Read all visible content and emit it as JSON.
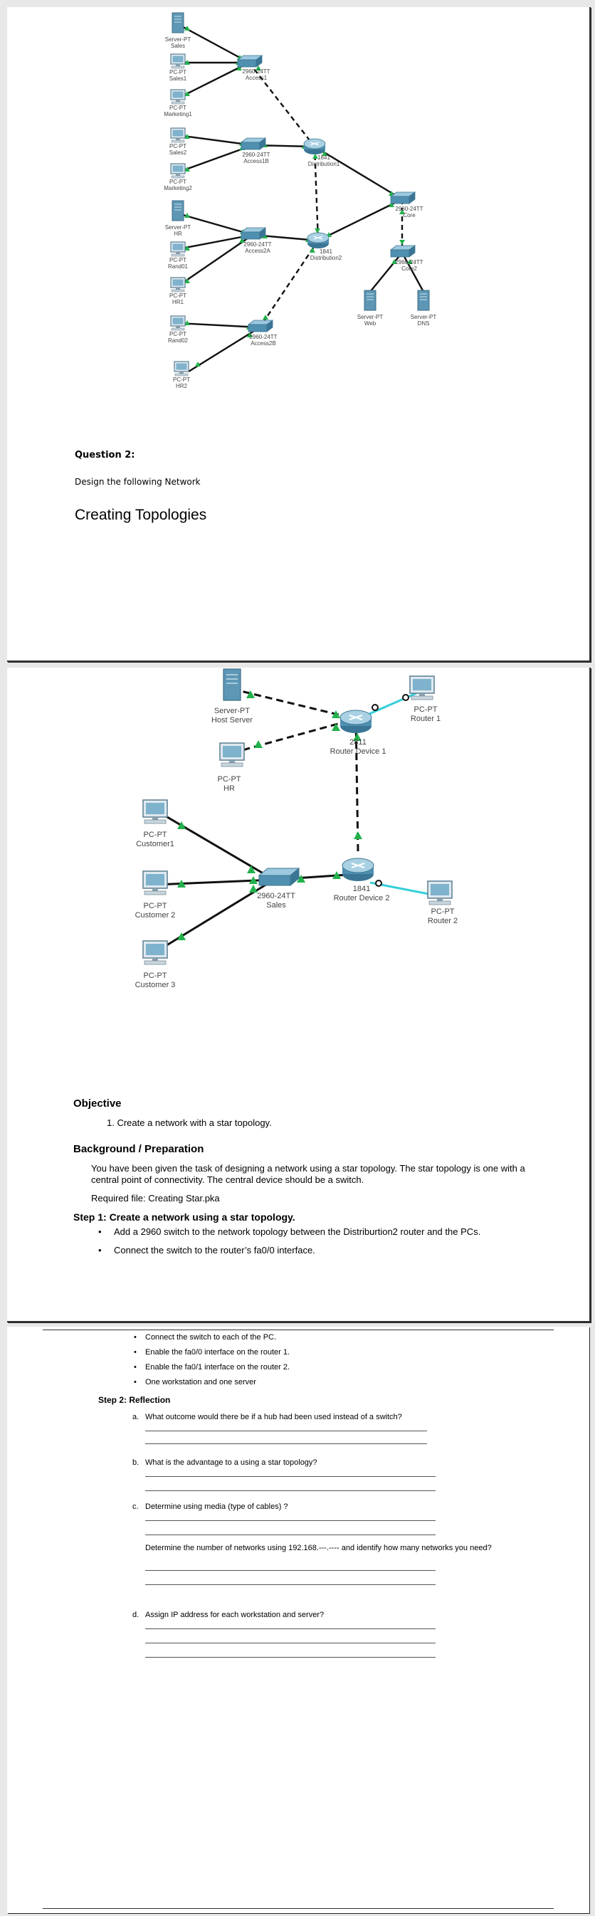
{
  "page1": {
    "labels": {
      "server_sales": [
        "Server-PT",
        "Sales"
      ],
      "pc_sales1": [
        "PC-PT",
        "Sales1"
      ],
      "sw_access1": [
        "2960-24TT",
        "Access1"
      ],
      "pc_marketing1": [
        "PC-PT",
        "Marketing1"
      ],
      "pc_sales2": [
        "PC-PT",
        "Sales2"
      ],
      "sw_access1b": [
        "2960-24TT",
        "Access1B"
      ],
      "rt_distribution1": [
        "1841",
        "Distribution1"
      ],
      "pc_marketing2": [
        "PC-PT",
        "Marketing2"
      ],
      "sw_core": [
        "2960-24TT",
        "Core"
      ],
      "server_hr": [
        "Server-PT",
        "HR"
      ],
      "pc_rand01": [
        "PC-PT",
        "Rand01"
      ],
      "sw_access2a": [
        "2960-24TT",
        "Access2A"
      ],
      "rt_distribution2": [
        "1841",
        "Distribution2"
      ],
      "sw_core2": [
        "2960-24TT",
        "Core2"
      ],
      "pc_hr1": [
        "PC-PT",
        "HR1"
      ],
      "server_web": [
        "Server-PT",
        "Web"
      ],
      "server_dns": [
        "Server-PT",
        "DNS"
      ],
      "pc_rand02": [
        "PC-PT",
        "Rand02"
      ],
      "sw_access2b": [
        "2960-24TT",
        "Access2B"
      ],
      "pc_hr2": [
        "PC-PT",
        "HR2"
      ]
    },
    "question_heading": "Question 2:",
    "question_subtitle": "Design the following Network",
    "section_title": "Creating Topologies"
  },
  "page2": {
    "labels": {
      "host_server": [
        "Server-PT",
        "Host Server"
      ],
      "router1_pc": [
        "PC-PT",
        "Router 1"
      ],
      "router_device1": [
        "2811",
        "Router Device 1"
      ],
      "hr_pc": [
        "PC-PT",
        "HR"
      ],
      "customer1": [
        "PC-PT",
        "Customer1"
      ],
      "customer2": [
        "PC-PT",
        "Customer 2"
      ],
      "sales_switch": [
        "2960-24TT",
        "Sales"
      ],
      "router_device2": [
        "1841",
        "Router Device 2"
      ],
      "router2_pc": [
        "PC-PT",
        "Router 2"
      ],
      "customer3": [
        "PC-PT",
        "Customer 3"
      ]
    },
    "objective_heading": "Objective",
    "objective_item": "1.   Create a network with a star topology.",
    "background_heading": "Background / Preparation",
    "background_text": "You have been given the task of designing a network using a star topology.  The star topology is one with a central point of connectivity.  The central device should be a switch.",
    "required_file": "Required file:  Creating Star.pka",
    "step1_heading": "Step 1: Create a network using a star topology.",
    "step1_items": [
      "Add a 2960 switch to the network topology between the Distriburtion2 router and the PCs.",
      "Connect the switch to the router’s fa0/0 interface."
    ]
  },
  "page3": {
    "items": [
      "Connect the switch to each of the PC.",
      "Enable the fa0/0 interface on the router 1.",
      "Enable the fa0/1 interface on the router 2.",
      "One workstation and one server"
    ],
    "step2_heading": "Step 2: Reflection",
    "questions": {
      "a": {
        "letter": "a.",
        "text": "What outcome would there be if a hub had been used instead of a switch?"
      },
      "b": {
        "letter": "b.",
        "text": "What is the advantage to a using a star topology?"
      },
      "c": {
        "letter": "c.",
        "text": "Determine using media (type of cables) ?"
      },
      "c2": {
        "text": "Determine the number of networks using 192.168.---.---- and identify how many networks you need?"
      },
      "d": {
        "letter": "d.",
        "text": "Assign IP address for each workstation and server?"
      }
    }
  },
  "colors": {
    "link_green": "#22b14c",
    "link_cyan": "#35d0d8",
    "device_blue": "#4f8fb0"
  }
}
